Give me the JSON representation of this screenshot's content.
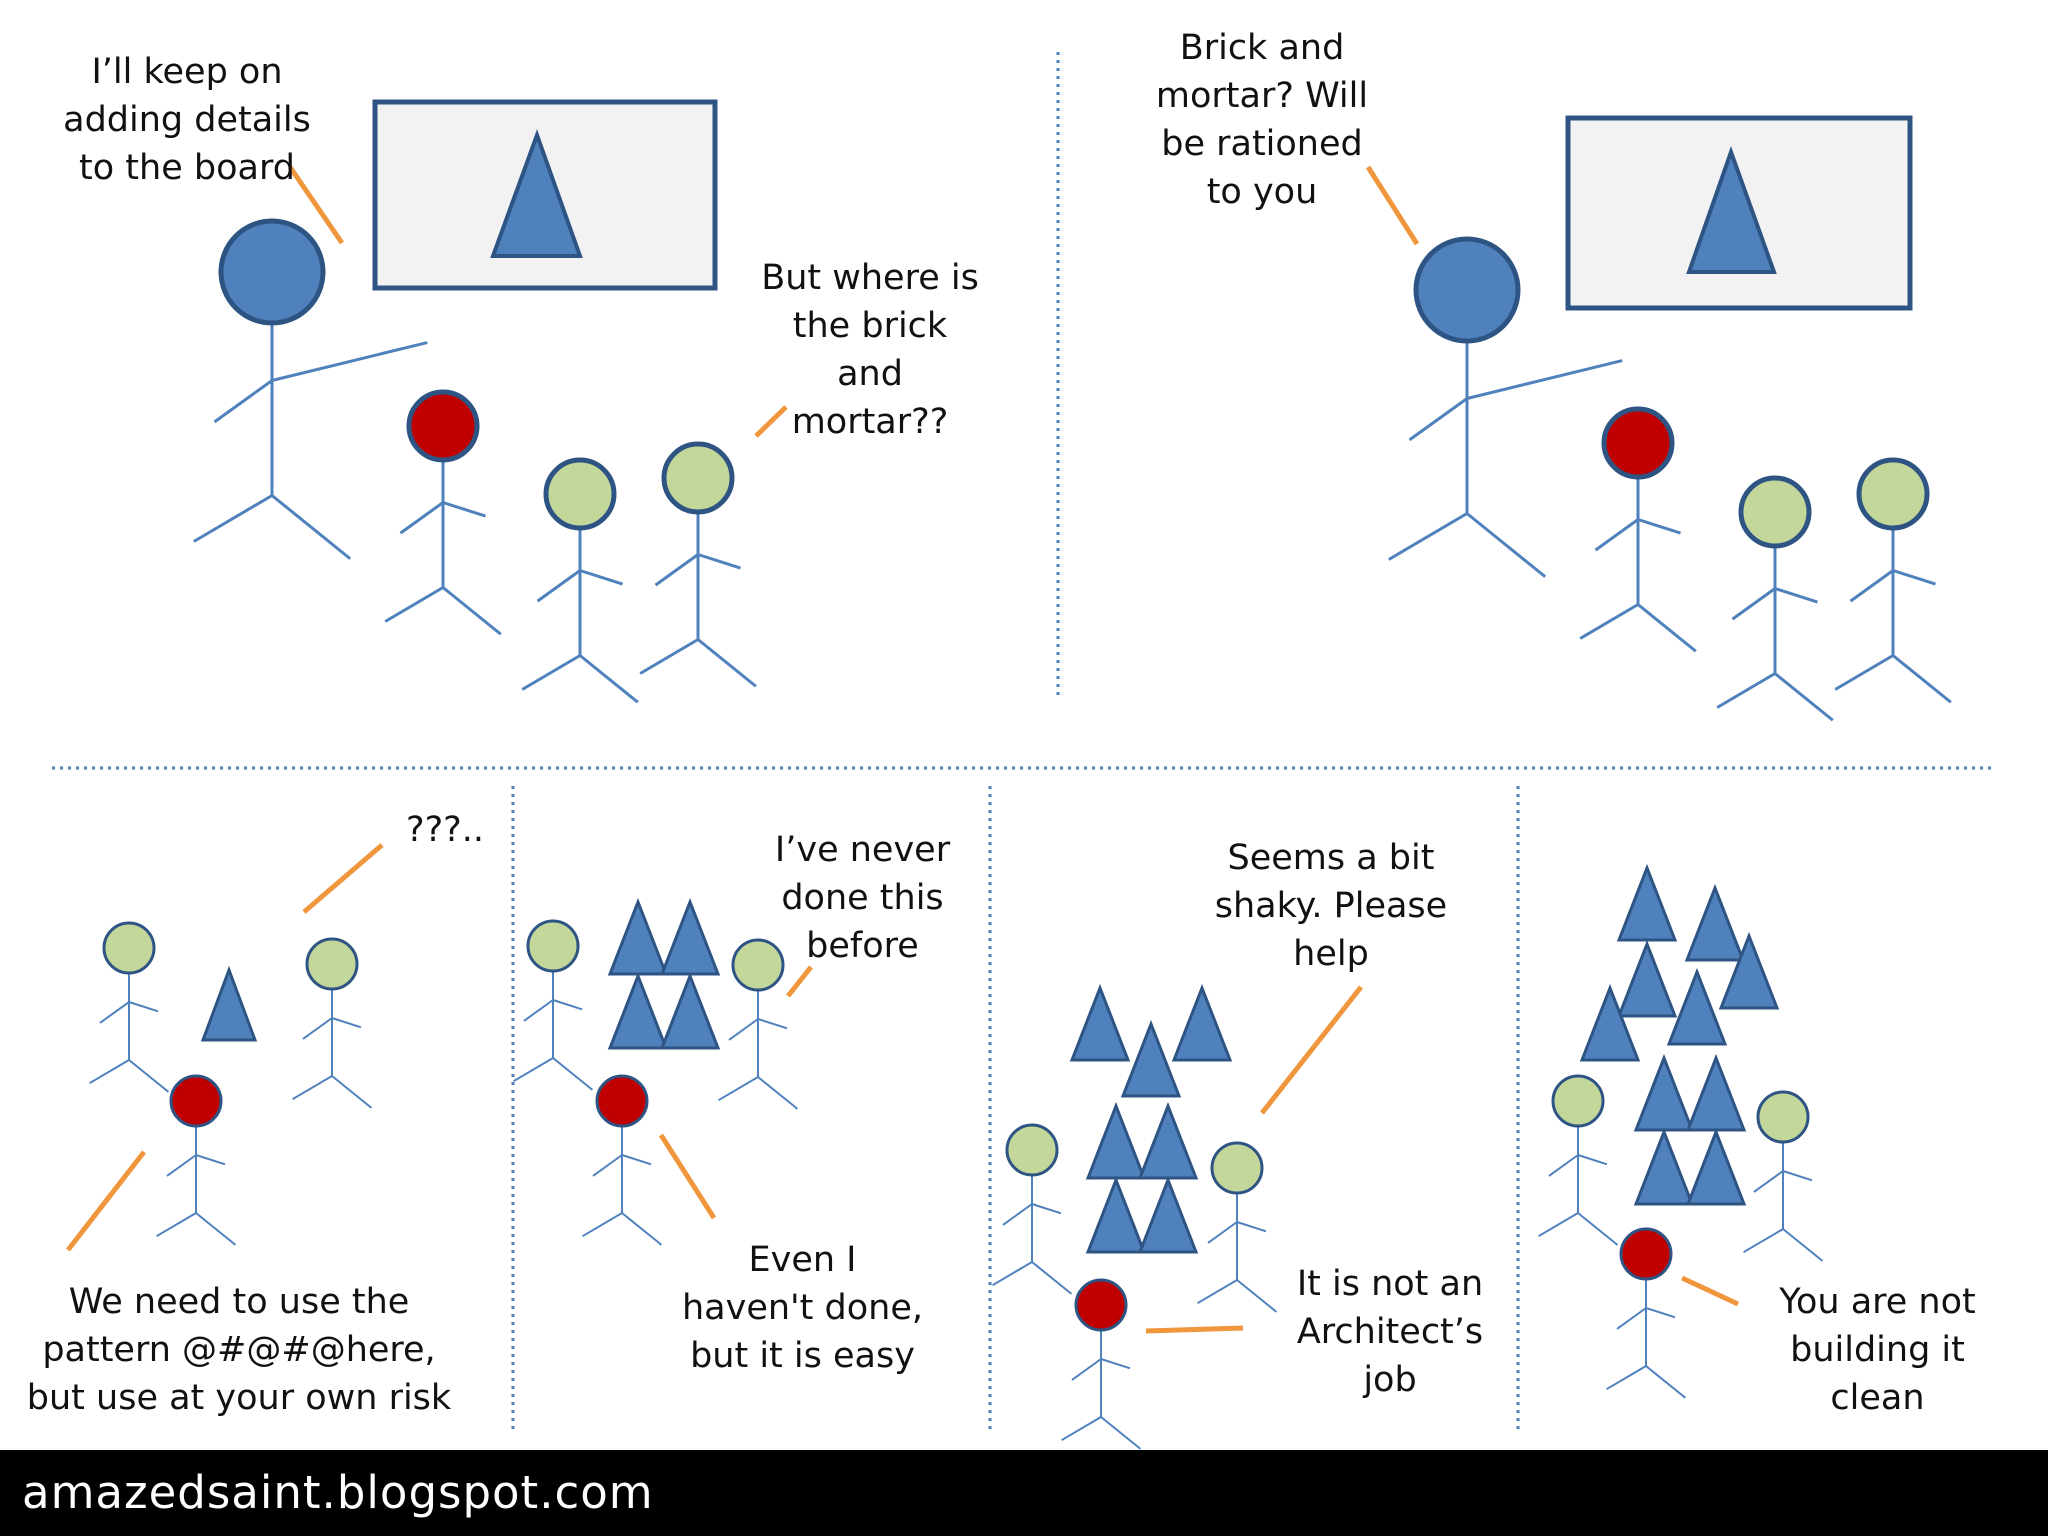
{
  "colors": {
    "blue": "#4f81bd",
    "blue_outline": "#2e5484",
    "red": "#c00000",
    "green": "#c4d79b",
    "pointer": "#f0963c",
    "divider": "#4f81bd",
    "footer_bg": "#000000"
  },
  "panels": [
    {
      "id": "top-left",
      "captions": [
        "I’ll keep on adding details to the board",
        "But where is the brick and mortar??"
      ]
    },
    {
      "id": "top-right",
      "captions": [
        "Brick and mortar? Will be rationed to you"
      ]
    },
    {
      "id": "bottom-1",
      "captions": [
        "???..",
        "We need to use the pattern @#@#@here,  but use at your own risk"
      ]
    },
    {
      "id": "bottom-2",
      "captions": [
        "I’ve never done this before",
        "Even I haven't done, but it is easy"
      ]
    },
    {
      "id": "bottom-3",
      "captions": [
        "Seems a bit shaky. Please help",
        "It is not an Architect’s job"
      ]
    },
    {
      "id": "bottom-4",
      "captions": [
        "You are not building it clean"
      ]
    }
  ],
  "footer": {
    "text": "amazedsaint.blogspot.com"
  }
}
